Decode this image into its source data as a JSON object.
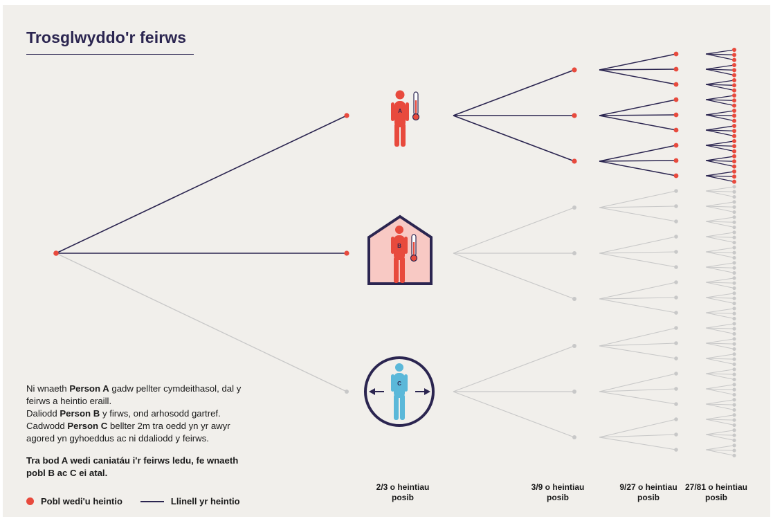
{
  "title": "Trosglwyddo'r feirws",
  "description": {
    "line1_pre": "Ni wnaeth ",
    "line1_bold": "Person A",
    "line1_post": " gadw pellter cymdeithasol, dal y",
    "line2": "feirws a heintio eraill.",
    "line3_pre": "Daliodd ",
    "line3_bold": "Person B",
    "line3_post": " y firws, ond arhosodd gartref.",
    "line4_pre": "Cadwodd ",
    "line4_bold": "Person C",
    "line4_post": " bellter 2m tra oedd yn yr awyr",
    "line5": "agored yn gyhoeddus ac ni ddaliodd y feirws."
  },
  "conclusion": {
    "line1": "Tra bod A wedi caniatáu i'r feirws ledu, fe wnaeth",
    "line2": "pobl B ac C ei atal."
  },
  "persons": {
    "a": "A",
    "b": "B",
    "c": "C"
  },
  "levels": [
    {
      "line1": "2/3 o heintiau",
      "line2": "posib"
    },
    {
      "line1": "3/9 o heintiau",
      "line2": "posib"
    },
    {
      "line1": "9/27 o heintiau",
      "line2": "posib"
    },
    {
      "line1": "27/81 o heintiau",
      "line2": "posib"
    }
  ],
  "legend": {
    "infected_label": "Pobl wedi'u heintio",
    "line_label": "Llinell yr heintio"
  },
  "colors": {
    "infected": "#e84a3d",
    "infection_line": "#2b2550",
    "not_infected": "#c8c8c8",
    "person_c": "#5bb8d9",
    "house_fill": "#f8c9c4",
    "background": "#f1efeb"
  },
  "transmission": {
    "infected_at_level": [
      2,
      3,
      9,
      27
    ],
    "possible_at_level": [
      3,
      9,
      27,
      81
    ]
  }
}
